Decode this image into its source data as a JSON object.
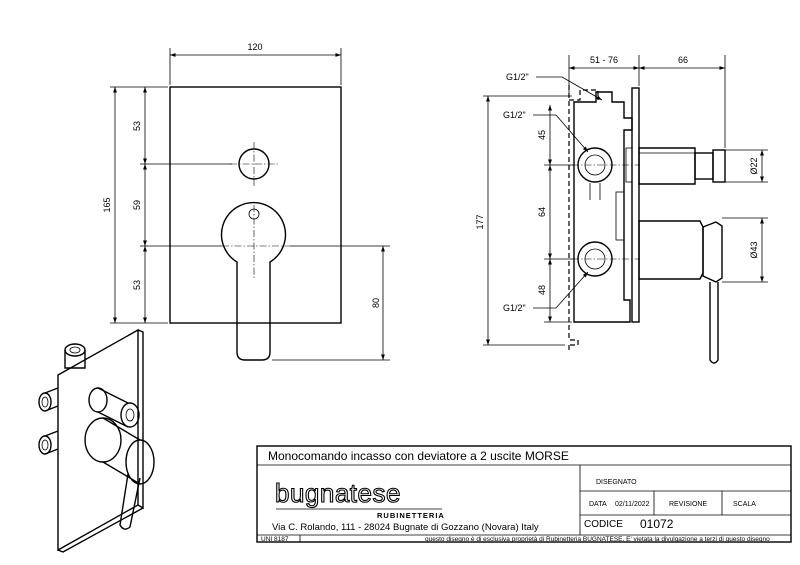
{
  "front_view": {
    "width": "120",
    "height": "165",
    "top_offset": "53",
    "mid_spacing": "59",
    "bottom_offset": "53",
    "lever_drop": "80"
  },
  "side_view": {
    "depth_range": "51 - 76",
    "projection": "66",
    "thread_top": "G1/2\"",
    "thread_upper": "G1/2\"",
    "thread_lower": "G1/2\"",
    "top_offset": "45",
    "spacing": "64",
    "bottom_offset": "48",
    "height": "177",
    "dia_small": "Ø22",
    "dia_large": "Ø43"
  },
  "title_block": {
    "title": "Monocomando incasso con deviatore a 2 uscite MORSE",
    "brand": "bugnatese",
    "brand_sub": "RUBINETTERIA",
    "address": "Via C. Rolando, 111 - 28024 Bugnate di Gozzano (Novara) Italy",
    "disegnato_label": "DISEGNATO",
    "data_label": "DATA",
    "data_value": "02/11/2022",
    "revisione_label": "REVISIONE",
    "scala_label": "SCALA",
    "codice_label": "CODICE",
    "codice_value": "01072",
    "norm": "UNI 8187",
    "disclaimer": "questo disegno è di esclusiva proprietà di Rubinetteria BUGNATESE. E' vietata la divulgazione a terzi di questo disegno"
  }
}
